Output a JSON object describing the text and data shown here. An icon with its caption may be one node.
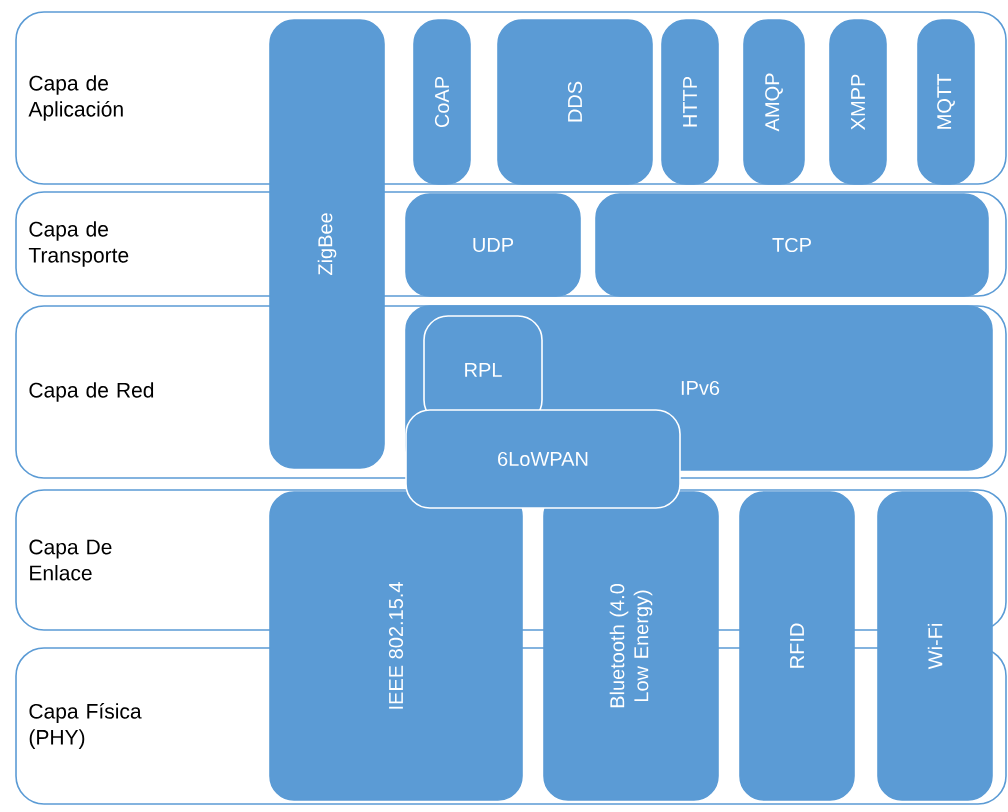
{
  "diagram": {
    "nodes": [
      {
        "text": [
          "Capa de Aplicación"
        ]
      },
      {
        "text": [
          "ZigBee"
        ]
      },
      {
        "text": [
          "CoAP"
        ],
        "in": 0
      },
      {
        "text": [
          "DDS"
        ],
        "in": 0
      },
      {
        "text": [
          "HTTP"
        ],
        "in": 0
      },
      {
        "text": [
          "AMQP"
        ],
        "in": 0
      },
      {
        "text": [
          "XMPP"
        ],
        "in": 0
      },
      {
        "text": [
          "MQTT"
        ],
        "in": 0
      },
      {
        "text": [
          "Capa de Transporte"
        ]
      },
      {
        "text": [
          "UDP"
        ],
        "in": 8
      },
      {
        "text": [
          "TCP"
        ],
        "in": 8
      },
      {
        "text": [
          "Capa de Red"
        ]
      },
      {
        "text": [
          "IPv6"
        ],
        "in": 11
      },
      {
        "text": [
          "RPL"
        ],
        "in": 12
      },
      {
        "text": [
          "6LoWPAN"
        ]
      },
      {
        "text": [
          "Capa De Enlace"
        ]
      },
      {
        "text": [
          "IEEE 802.15.4"
        ]
      },
      {
        "text": [
          "Bluetooth (4.0 Low Energy)"
        ]
      },
      {
        "text": [
          "RFID"
        ]
      },
      {
        "text": [
          "Wi-Fi"
        ]
      },
      {
        "text": [
          "Capa Física (PHY)"
        ]
      }
    ]
  }
}
